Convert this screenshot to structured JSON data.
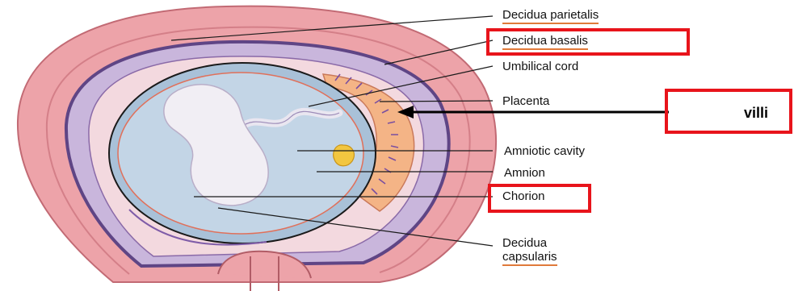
{
  "labels": {
    "decidua_parietalis": "Decidua parietalis",
    "decidua_basalis": "Decidua basalis",
    "umbilical_cord": "Umbilical cord",
    "placenta": "Placenta",
    "amniotic_cavity": "Amniotic cavity",
    "amnion": "Amnion",
    "chorion": "Chorion",
    "decidua_capsularis_line1": "Decidua",
    "decidua_capsularis_line2": "capsularis"
  },
  "callout": {
    "villi": "villi"
  },
  "colors": {
    "highlight_box": "#e8141b",
    "underline": "#e07a3a",
    "uterus_wall": "#e9a0a6",
    "decidua": "#6a4f8f",
    "amniotic_fluid": "#b9cde0",
    "placenta": "#f3b48a",
    "yolk_sac": "#f2c640"
  }
}
